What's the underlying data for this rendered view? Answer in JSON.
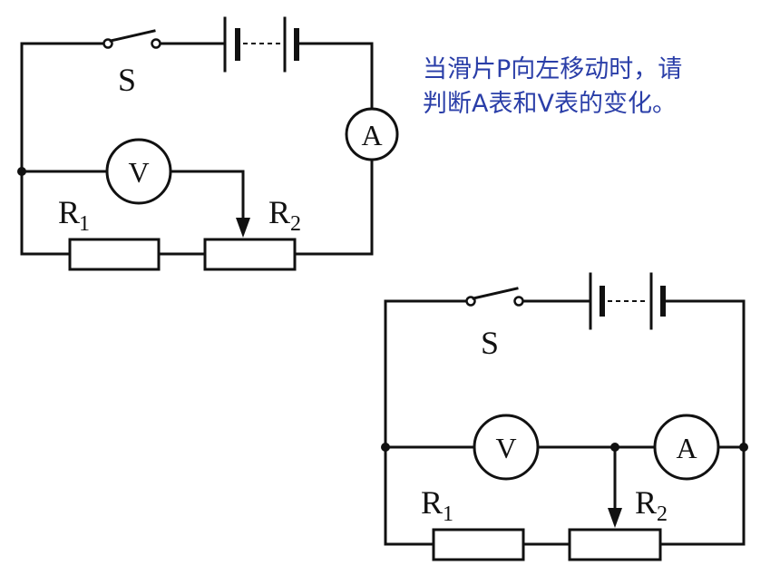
{
  "question": {
    "line1": "当滑片P向左移动时，请",
    "line2": "判断A表和V表的变化。"
  },
  "circuit_a": {
    "switch_label": "S",
    "voltmeter_label": "V",
    "ammeter_label": "A",
    "r1_label": "R",
    "r1_sub": "1",
    "r2_label": "R",
    "r2_sub": "2"
  },
  "circuit_b": {
    "switch_label": "S",
    "voltmeter_label": "V",
    "ammeter_label": "A",
    "r1_label": "R",
    "r1_sub": "1",
    "r2_label": "R",
    "r2_sub": "2"
  }
}
